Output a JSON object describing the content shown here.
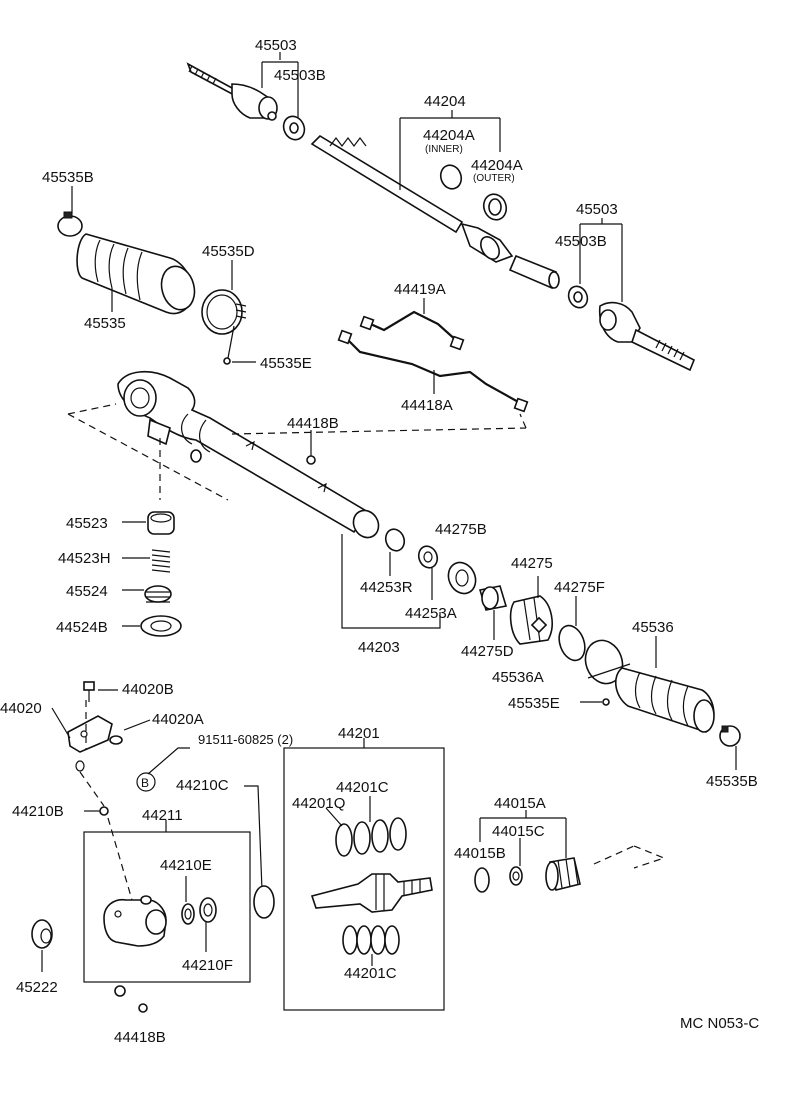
{
  "labels": {
    "p45503_top": "45503",
    "p45503B_top": "45503B",
    "p44204": "44204",
    "p44204A_inner": "44204A",
    "inner": "(INNER)",
    "p44204A_outer": "44204A",
    "outer": "(OUTER)",
    "p45535B_top": "45535B",
    "p45535D": "45535D",
    "p45535": "45535",
    "p45535E_top": "45535E",
    "p45503_right": "45503",
    "p45503B_right": "45503B",
    "p44419A": "44419A",
    "p44418A": "44418A",
    "p44418B_top": "44418B",
    "p45523": "45523",
    "p44523H": "44523H",
    "p45524": "45524",
    "p44524B": "44524B",
    "p44275B": "44275B",
    "p44275": "44275",
    "p44275F": "44275F",
    "p44253R": "44253R",
    "p44253A": "44253A",
    "p45536": "45536",
    "p44203": "44203",
    "p44275D": "44275D",
    "p45536A": "45536A",
    "p45535E_mid": "45535E",
    "p44020B": "44020B",
    "p44020": "44020",
    "p44020A": "44020A",
    "p91511": "91511-60825 (2)",
    "p44201": "44201",
    "bolt_b": "B",
    "p44210C": "44210C",
    "p44201C_top": "44201C",
    "p44201Q": "44201Q",
    "p45535B_bottom": "45535B",
    "p44210B": "44210B",
    "p44211": "44211",
    "p44015A": "44015A",
    "p44015C": "44015C",
    "p44015B": "44015B",
    "p44210E": "44210E",
    "p44210F": "44210F",
    "p44201C_bottom": "44201C",
    "p45222": "45222",
    "p44418B_bottom": "44418B",
    "code": "MC N053-C"
  }
}
